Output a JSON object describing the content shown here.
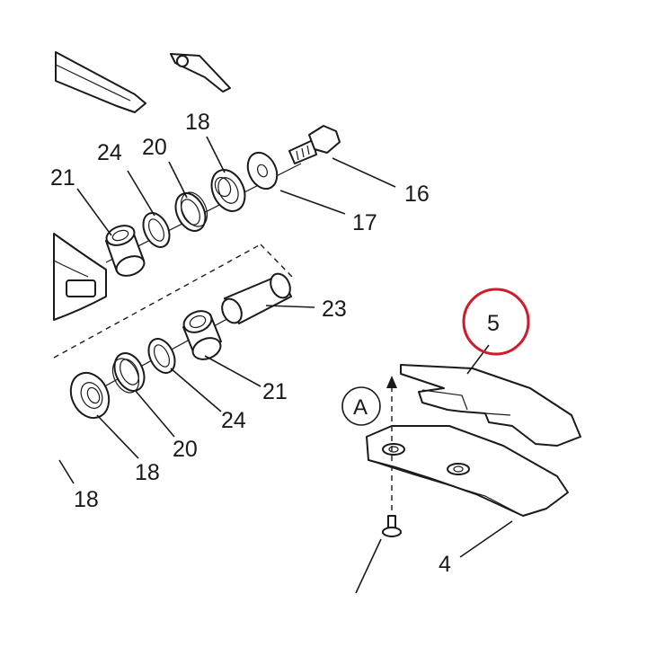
{
  "callouts": {
    "c21_top": "21",
    "c24_top": "24",
    "c20_top": "20",
    "c18_top": "18",
    "c16": "16",
    "c17": "17",
    "c23": "23",
    "c21_mid": "21",
    "c24_mid": "24",
    "c20_bot": "20",
    "c18_bot": "18",
    "c18_left": "18",
    "c5": "5",
    "c4": "4",
    "viewA": "A"
  },
  "colors": {
    "line": "#1a1a1a",
    "highlight": "#d11a2a",
    "background": "#ffffff"
  }
}
